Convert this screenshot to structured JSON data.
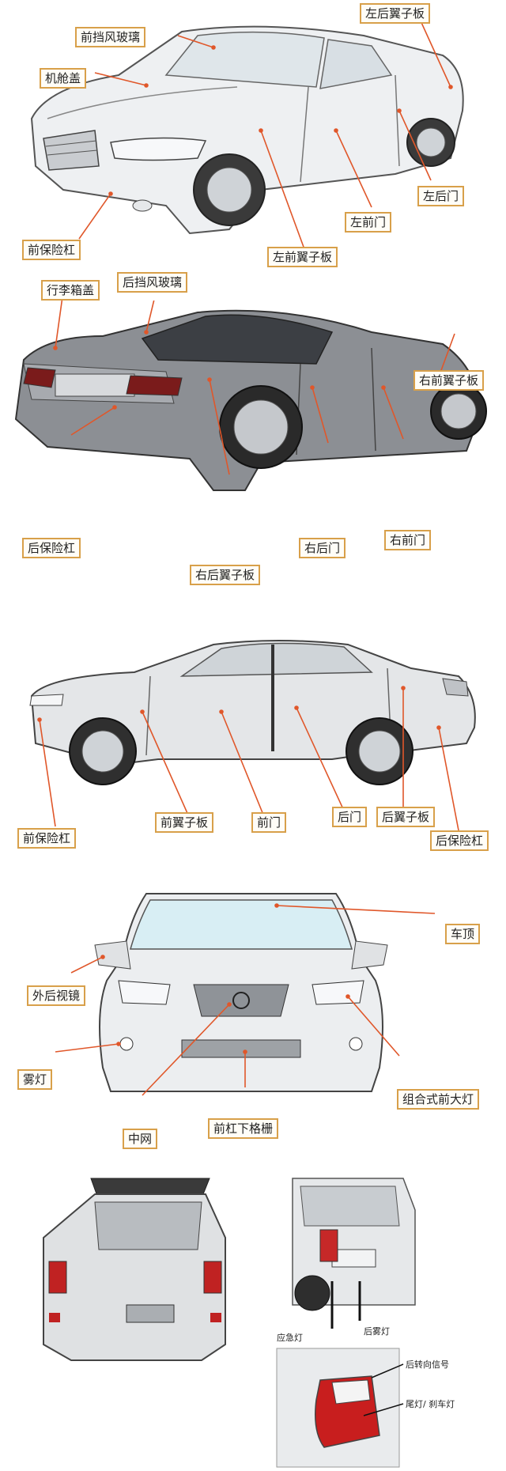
{
  "panel1": {
    "labels": {
      "rear_left_fender": "左后翼子板",
      "windshield": "前挡风玻璃",
      "hood": "机舱盖",
      "rear_left_door": "左后门",
      "front_left_door": "左前门",
      "front_bumper": "前保险杠",
      "front_left_fender": "左前翼子板"
    }
  },
  "panel2": {
    "labels": {
      "trunk_lid": "行李箱盖",
      "rear_windshield": "后挡风玻璃",
      "front_right_fender": "右前翼子板",
      "rear_bumper": "后保险杠",
      "rear_right_door": "右后门",
      "front_right_door": "右前门",
      "rear_right_fender": "右后翼子板"
    }
  },
  "panel3": {
    "labels": {
      "front_bumper": "前保险杠",
      "front_fender": "前翼子板",
      "front_door": "前门",
      "rear_door": "后门",
      "rear_fender": "后翼子板",
      "rear_bumper": "后保险杠"
    }
  },
  "panel4": {
    "labels": {
      "roof": "车顶",
      "side_mirror": "外后视镜",
      "fog_light": "雾灯",
      "center_grille": "中网",
      "lower_grille": "前杠下格栅",
      "headlight": "组合式前大灯"
    }
  },
  "panel5": {
    "labels": {
      "emergency_light": "应急灯",
      "rear_fog_light": "后雾灯",
      "rear_turn_signal": "后转向信号",
      "tail_brake_light": "尾灯/ 刹车灯"
    }
  },
  "colors": {
    "label_border": "#d8a04a",
    "leader_line": "#e0572a"
  }
}
